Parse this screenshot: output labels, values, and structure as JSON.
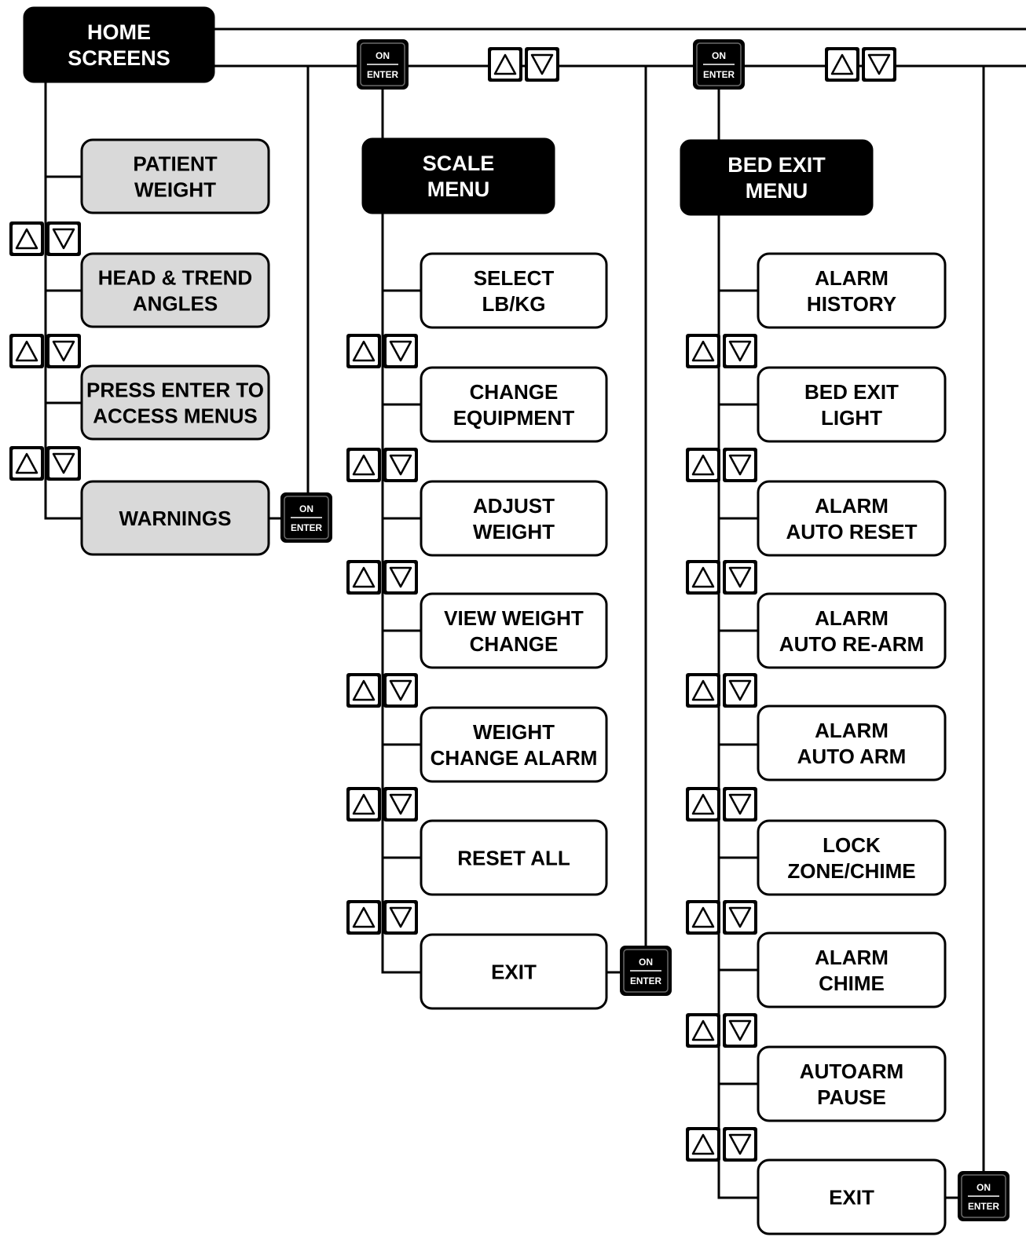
{
  "header": {
    "title_lines": [
      "HOME",
      "SCREENS"
    ]
  },
  "home_screens": [
    {
      "lines": [
        "PATIENT",
        "WEIGHT"
      ]
    },
    {
      "lines": [
        "HEAD & TREND",
        "ANGLES"
      ]
    },
    {
      "lines": [
        "PRESS ENTER TO",
        "ACCESS MENUS"
      ]
    },
    {
      "lines": [
        "WARNINGS"
      ]
    }
  ],
  "scale_menu": {
    "title_lines": [
      "SCALE",
      "MENU"
    ],
    "items": [
      {
        "lines": [
          "SELECT",
          "LB/KG"
        ]
      },
      {
        "lines": [
          "CHANGE",
          "EQUIPMENT"
        ]
      },
      {
        "lines": [
          "ADJUST",
          "WEIGHT"
        ]
      },
      {
        "lines": [
          "VIEW WEIGHT",
          "CHANGE"
        ]
      },
      {
        "lines": [
          "WEIGHT",
          "CHANGE ALARM"
        ]
      },
      {
        "lines": [
          "RESET ALL"
        ]
      },
      {
        "lines": [
          "EXIT"
        ]
      }
    ]
  },
  "bed_exit_menu": {
    "title_lines": [
      "BED EXIT",
      "MENU"
    ],
    "items": [
      {
        "lines": [
          "ALARM",
          "HISTORY"
        ]
      },
      {
        "lines": [
          "BED EXIT",
          "LIGHT"
        ]
      },
      {
        "lines": [
          "ALARM",
          "AUTO RESET"
        ]
      },
      {
        "lines": [
          "ALARM",
          "AUTO RE-ARM"
        ]
      },
      {
        "lines": [
          "ALARM",
          "AUTO ARM"
        ]
      },
      {
        "lines": [
          "LOCK",
          "ZONE/CHIME"
        ]
      },
      {
        "lines": [
          "ALARM",
          "CHIME"
        ]
      },
      {
        "lines": [
          "AUTOARM",
          "PAUSE"
        ]
      },
      {
        "lines": [
          "EXIT"
        ]
      }
    ]
  },
  "enter_key": {
    "top": "ON",
    "bottom": "ENTER",
    "icon": "on-enter-key-icon"
  },
  "arrow_keys": {
    "up_icon": "up-arrow-key-icon",
    "down_icon": "down-arrow-key-icon"
  },
  "colors": {
    "header_fill": "#000000",
    "header_text": "#ffffff",
    "home_item_fill": "#d9d9d9",
    "menu_item_fill": "#ffffff",
    "line": "#000000"
  }
}
